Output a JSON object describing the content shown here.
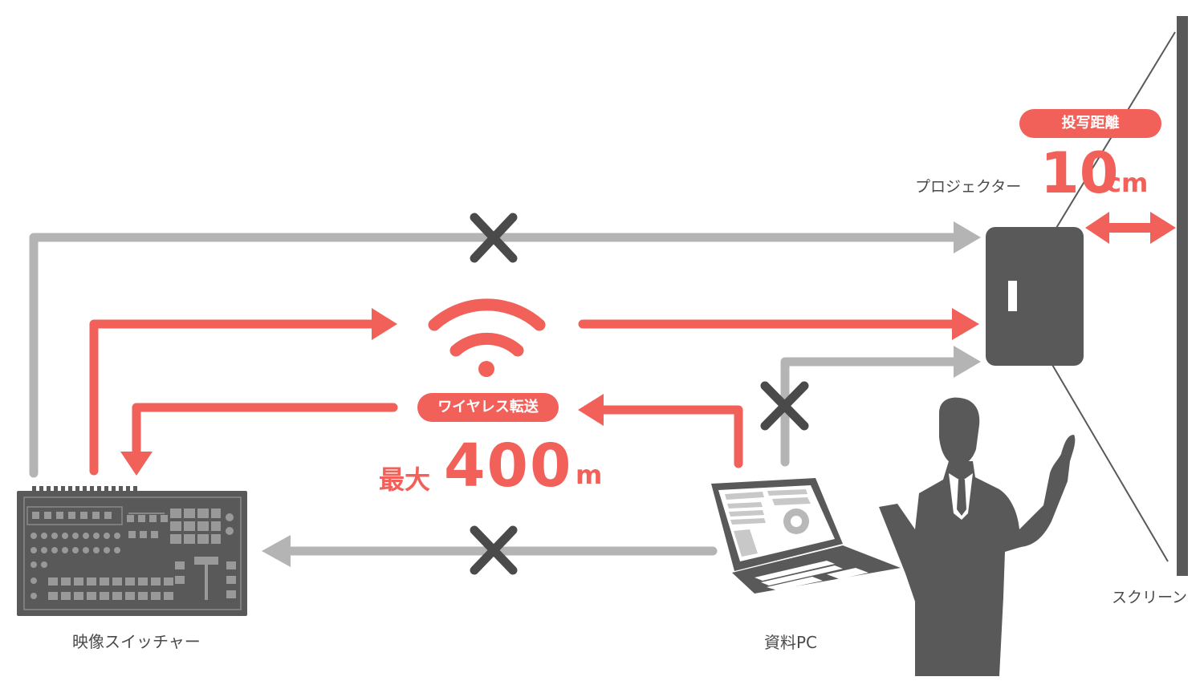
{
  "labels": {
    "switcher": "映像スイッチャー",
    "pc": "資料PC",
    "projector": "プロジェクター",
    "screen": "スクリーン"
  },
  "wireless": {
    "badge": "ワイヤレス転送",
    "distance_prefix": "最大",
    "distance_value": "400",
    "distance_unit": "m"
  },
  "throw": {
    "badge": "投写距離",
    "value": "10",
    "unit": "cm"
  },
  "colors": {
    "accent": "#f1615a",
    "gray_line": "#b4b4b4",
    "device": "#5a5959",
    "cross": "#4a4a4a"
  },
  "icons": [
    "wifi-icon",
    "cross-icon",
    "video-switcher-icon",
    "laptop-icon",
    "projector-icon",
    "presenter-silhouette"
  ]
}
